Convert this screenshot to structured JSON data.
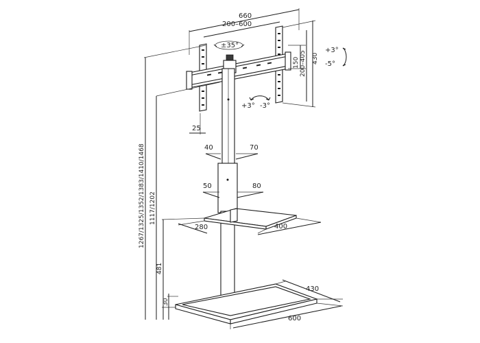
{
  "dimensions": {
    "overall_width": "660",
    "vesa_width": "200–600",
    "swivel": "±35°",
    "tilt_up": "+3°",
    "tilt_down": "-5°",
    "level_plus": "+3°",
    "level_minus": "-3°",
    "vesa_height": "200–405",
    "bracket_height": "150",
    "frame_height": "430",
    "wall_offset": "25",
    "column_top_a": "40",
    "column_top_b": "70",
    "column_low_a": "50",
    "column_low_b": "80",
    "shelf_depth": "280",
    "shelf_width": "400",
    "heights": "1267/1325/1352/1383/1410/1468",
    "shelf_height_range": "1117/1202",
    "shelf_base_height": "481",
    "base_thickness": "30",
    "base_depth": "430",
    "base_width": "600"
  }
}
